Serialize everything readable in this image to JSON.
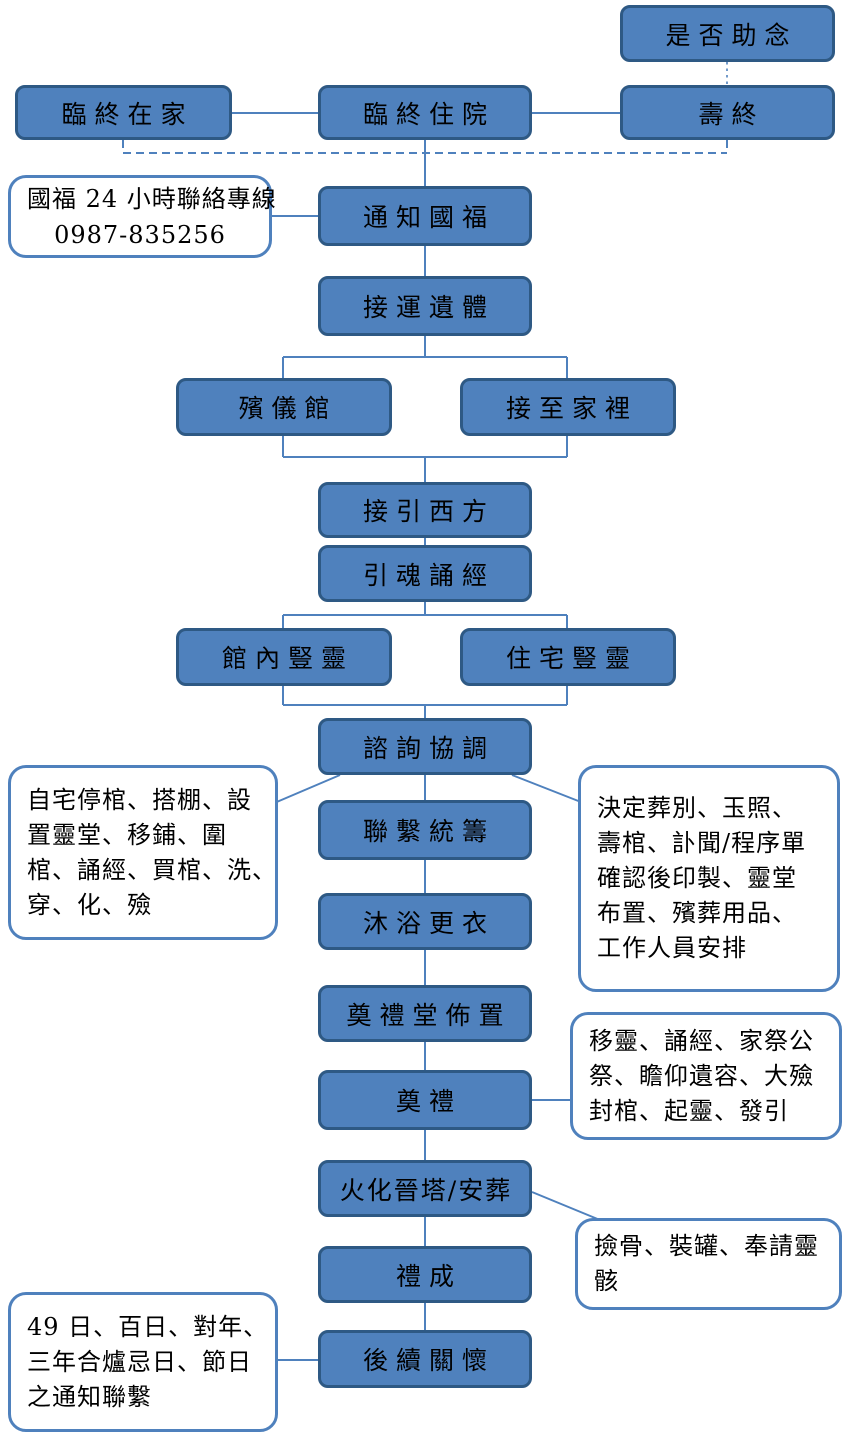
{
  "title": "funeral-service-process-flowchart",
  "colors": {
    "box_fill": "#4F81BD",
    "box_border": "#2E5984",
    "callout_border": "#4F81BD",
    "line_color": "#4F81BD"
  },
  "nodes": {
    "assist": "是否助念",
    "home": "臨終在家",
    "hospital": "臨終住院",
    "expire": "壽終",
    "notify": "通知國福",
    "transport": "接運遺體",
    "funeral_home": "殯儀館",
    "to_home": "接至家裡",
    "guide_west": "接引西方",
    "soul_chant": "引魂誦經",
    "hall_altar": "館內豎靈",
    "home_altar": "住宅豎靈",
    "consult": "諮詢協調",
    "coordinate": "聯繫統籌",
    "bathe": "沐浴更衣",
    "hall_setup": "奠禮堂佈置",
    "ceremony": "奠禮",
    "cremation": "火化晉塔/安葬",
    "completion": "禮成",
    "followup": "後續關懷"
  },
  "callouts": {
    "hotline": {
      "lines": [
        "國福 24 小時聯絡專線",
        "0987-835256"
      ]
    },
    "home_prep": {
      "lines": [
        "自宅停棺、搭棚、設",
        "置靈堂、移鋪、圍",
        "棺、誦經、買棺、洗、",
        "穿、化、殮"
      ]
    },
    "decisions": {
      "lines": [
        "決定葬別、玉照、",
        "壽棺、訃聞/程序單",
        "確認後印製、靈堂",
        "布置、殯葬用品、",
        "工作人員安排"
      ]
    },
    "ceremony_detail": {
      "lines": [
        "移靈、誦經、家祭公",
        "祭、瞻仰遺容、大殮",
        "封棺、起靈、發引"
      ]
    },
    "bone_detail": {
      "lines": [
        "撿骨、裝罐、奉請靈",
        "骸"
      ]
    },
    "followup_detail": {
      "lines": [
        "49 日、百日、對年、",
        "三年合爐忌日、節日",
        "之通知聯繫"
      ]
    }
  }
}
